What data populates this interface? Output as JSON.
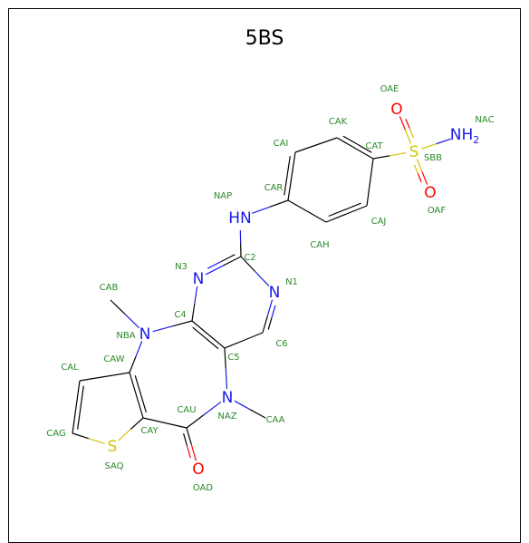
{
  "title": "5BS",
  "colors": {
    "bond": "#000000",
    "nitrogen": "#1a1ae6",
    "oxygen": "#ff0000",
    "sulfur": "#d4c400",
    "atom_name": "#2a8a2a"
  },
  "atom_labels": [
    {
      "id": "N3",
      "text": "N",
      "color": "nitrogen"
    },
    {
      "id": "N1",
      "text": "N",
      "color": "nitrogen"
    },
    {
      "id": "NBA",
      "text": "N",
      "color": "nitrogen"
    },
    {
      "id": "NAZ",
      "text": "N",
      "color": "nitrogen"
    },
    {
      "id": "NAP",
      "text": "HN",
      "color": "nitrogen"
    },
    {
      "id": "NAC",
      "text": "NH2",
      "color": "nitrogen"
    },
    {
      "id": "SBB",
      "text": "S",
      "color": "sulfur"
    },
    {
      "id": "SAQ",
      "text": "S",
      "color": "sulfur"
    },
    {
      "id": "OAE",
      "text": "O",
      "color": "oxygen"
    },
    {
      "id": "OAF",
      "text": "O",
      "color": "oxygen"
    },
    {
      "id": "OAD",
      "text": "O",
      "color": "oxygen"
    }
  ],
  "atom_names": [
    "OAE",
    "NAC",
    "CAK",
    "SBB",
    "CAI",
    "CAT",
    "OAF",
    "CAR",
    "NAP",
    "CAJ",
    "CAH",
    "C2",
    "N3",
    "N1",
    "CAB",
    "C4",
    "NBA",
    "C6",
    "CAW",
    "C5",
    "CAL",
    "CAU",
    "NAZ",
    "CAA",
    "CAG",
    "CAY",
    "SAQ",
    "OAD"
  ]
}
